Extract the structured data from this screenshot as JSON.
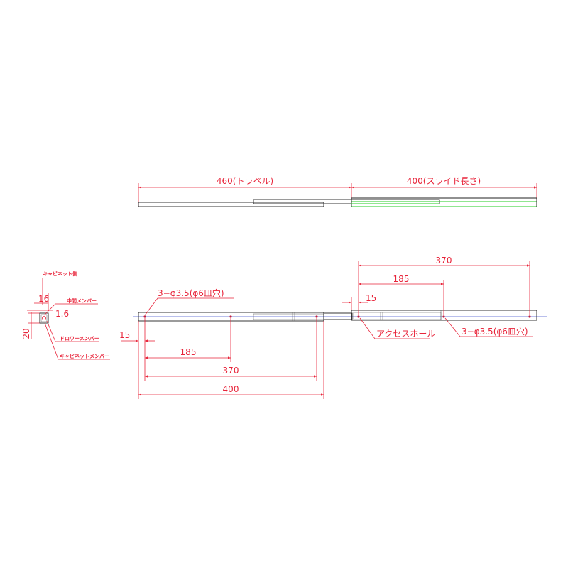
{
  "colors": {
    "dimension": "#e8243a",
    "outline": "#222222",
    "slide": "#22cc22",
    "centerline": "#4455cc"
  },
  "top_view": {
    "travel_label": "460(トラベル)",
    "slide_label": "400(スライド長さ)"
  },
  "left_view": {
    "cabinet_side": "キャビネット側",
    "dim_16": "16",
    "dim_1_6": "1.6",
    "dim_20": "20",
    "middle_member": "中間メンバー",
    "drawer_member": "ドロワーメンバー",
    "cabinet_member": "キャビネットメンバー"
  },
  "front_view": {
    "hole_spec_left": "3−φ3.5(φ6皿穴)",
    "hole_spec_right": "3−φ3.5(φ6皿穴)",
    "access_hole": "アクセスホール",
    "left_dims": {
      "d15": "15",
      "d185": "185",
      "d370": "370",
      "d400": "400"
    },
    "right_dims": {
      "d370": "370",
      "d185": "185",
      "d15": "15"
    }
  }
}
